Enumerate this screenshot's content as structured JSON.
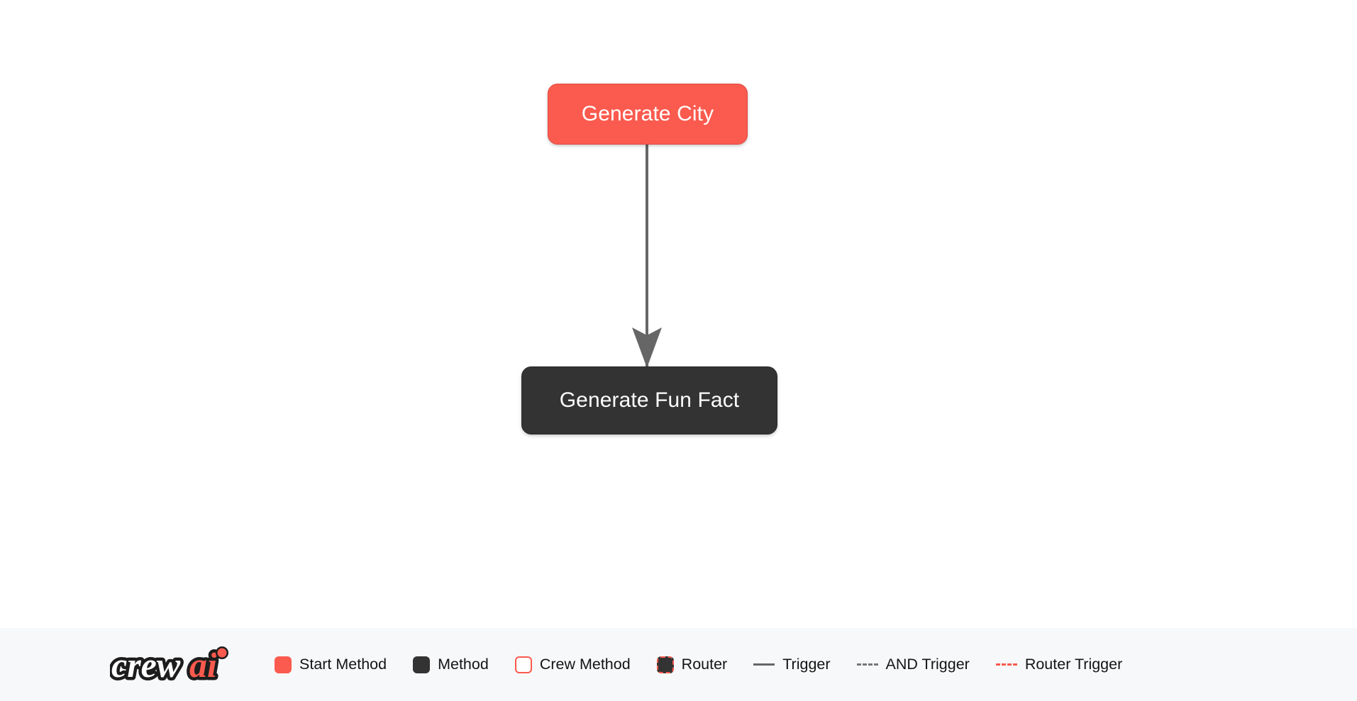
{
  "canvas": {
    "background_color": "#ffffff",
    "nodes": [
      {
        "id": "generate-city",
        "label": "Generate City",
        "type": "start-method",
        "fill": "#fb5a4e",
        "text_color": "#ffffff"
      },
      {
        "id": "generate-fun-fact",
        "label": "Generate Fun Fact",
        "type": "method",
        "fill": "#333333",
        "text_color": "#ffffff"
      }
    ],
    "edges": [
      {
        "from": "generate-city",
        "to": "generate-fun-fact",
        "style": "trigger",
        "color": "#666666",
        "arrowhead": true
      }
    ]
  },
  "legend": {
    "background_color": "#f7f8fa",
    "logo": {
      "name": "crewai-logo",
      "text_primary": "crew",
      "text_accent": "ai",
      "primary_color": "#ffffff",
      "accent_color": "#fb5a4e",
      "outline_color": "#1d1d1d"
    },
    "items": [
      {
        "key": "start-method",
        "label": "Start Method",
        "swatch": "filled-red",
        "color": "#fb5a4e"
      },
      {
        "key": "method",
        "label": "Method",
        "swatch": "filled-dark",
        "color": "#333333"
      },
      {
        "key": "crew-method",
        "label": "Crew Method",
        "swatch": "outline-red",
        "color": "#fb5a4e"
      },
      {
        "key": "router",
        "label": "Router",
        "swatch": "dashed-outline-red",
        "color": "#fb5a4e"
      },
      {
        "key": "trigger",
        "label": "Trigger",
        "swatch": "line-solid-gray",
        "color": "#666666"
      },
      {
        "key": "and-trigger",
        "label": "AND Trigger",
        "swatch": "line-dashed-gray",
        "color": "#777777"
      },
      {
        "key": "router-trigger",
        "label": "Router Trigger",
        "swatch": "line-dashed-red",
        "color": "#fb5a4e"
      }
    ]
  }
}
